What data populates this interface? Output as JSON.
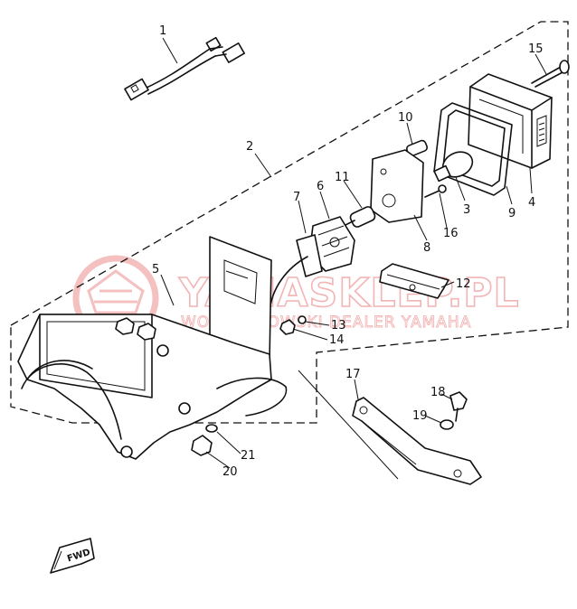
{
  "watermark": {
    "brand": "YAMASKLEP.PL",
    "tagline": "WOJCIECHOWSKI DEALER YAMAHA"
  },
  "fwd_label": "FWD",
  "callouts": [
    {
      "id": "1",
      "label": "1"
    },
    {
      "id": "2",
      "label": "2"
    },
    {
      "id": "3",
      "label": "3"
    },
    {
      "id": "4",
      "label": "4"
    },
    {
      "id": "5",
      "label": "5"
    },
    {
      "id": "6",
      "label": "6"
    },
    {
      "id": "7",
      "label": "7"
    },
    {
      "id": "8",
      "label": "8"
    },
    {
      "id": "9",
      "label": "9"
    },
    {
      "id": "10",
      "label": "10"
    },
    {
      "id": "11",
      "label": "11"
    },
    {
      "id": "12",
      "label": "12"
    },
    {
      "id": "13",
      "label": "13"
    },
    {
      "id": "14",
      "label": "14"
    },
    {
      "id": "15",
      "label": "15"
    },
    {
      "id": "16",
      "label": "16"
    },
    {
      "id": "17",
      "label": "17"
    },
    {
      "id": "18",
      "label": "18"
    },
    {
      "id": "19",
      "label": "19"
    },
    {
      "id": "20",
      "label": "20"
    },
    {
      "id": "21",
      "label": "21"
    }
  ]
}
